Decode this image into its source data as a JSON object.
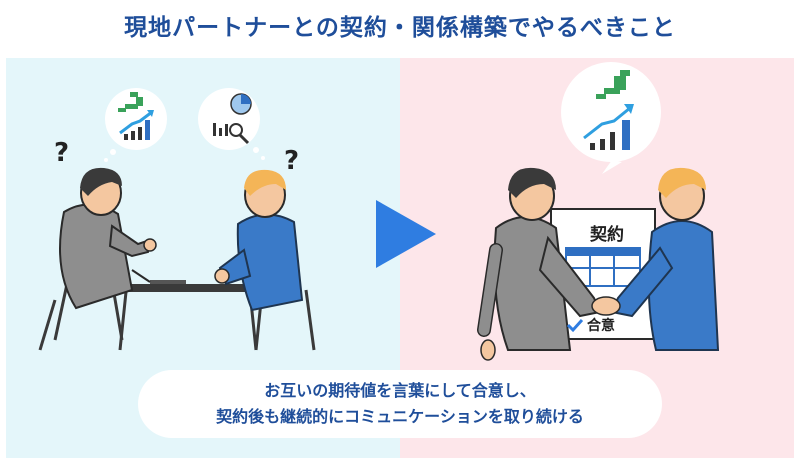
{
  "title": "現地パートナーとの契約・関係構築でやるべきこと",
  "contract": {
    "label": "契約",
    "agree_label": "合意"
  },
  "question_marks": [
    "?",
    "?"
  ],
  "caption": {
    "line1": "お互いの期待値を言葉にして合意し、",
    "line2": "契約後も継続的にコミュニケーションを取り続ける"
  },
  "colors": {
    "title": "#1f4e9a",
    "left_panel": "#e4f6fa",
    "right_panel": "#fde6ea",
    "arrow": "#2f7de1",
    "suit_gray": "#8e8e8e",
    "suit_blue": "#3a7ac8",
    "hair_dark": "#3a3a3a",
    "hair_blonde": "#f4b557",
    "skin": "#f4c7a0"
  },
  "icons": [
    "map-chart-icon",
    "pie-magnifier-icon",
    "next-arrow-icon",
    "check-icon"
  ]
}
